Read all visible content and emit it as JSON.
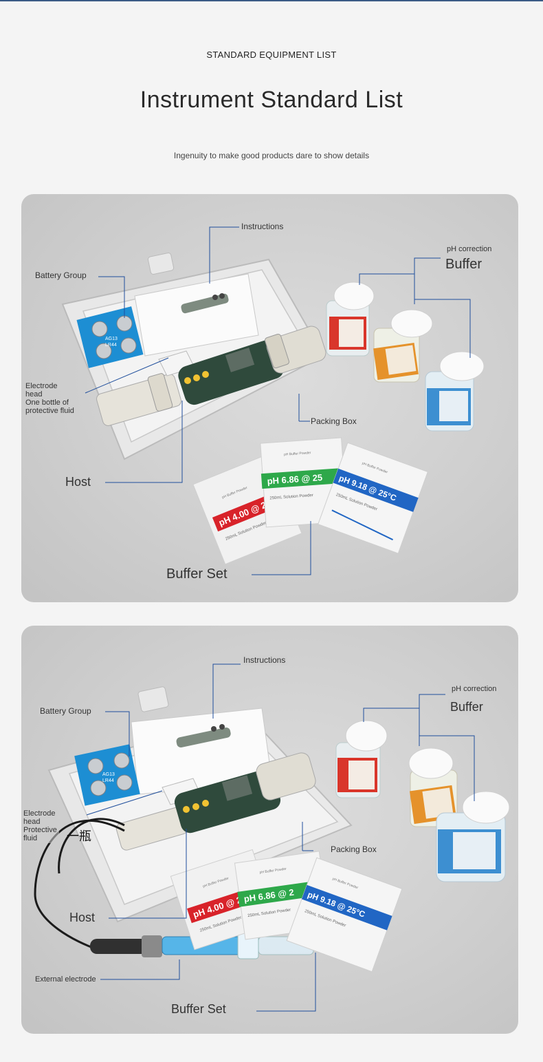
{
  "header": {
    "eyebrow": "STANDARD EQUIPMENT LIST",
    "title": "Instrument Standard List",
    "subtitle": "Ingenuity to make good products dare to show details"
  },
  "panel1": {
    "instructions": "Instructions",
    "battery_group": "Battery Group",
    "ph_correction": "pH correction",
    "buffer": "Buffer",
    "electrode_line1": "Electrode",
    "electrode_line2": "head",
    "electrode_line3": "One bottle of",
    "electrode_line4": "protective fluid",
    "packing_box": "Packing Box",
    "host": "Host",
    "buffer_set": "Buffer Set",
    "sachet_a": "pH 4.00 @ 25",
    "sachet_b": "pH 6.86 @ 25",
    "sachet_c": "pH 9.18 @ 25°C",
    "sachet_sub": "250mL Solution Powder",
    "sachet_top": "pH Buffer Powder",
    "battery_code1": "AG13",
    "battery_code2": "LR44"
  },
  "panel2": {
    "instructions": "Instructions",
    "battery_group": "Battery Group",
    "ph_correction": "pH correction",
    "buffer": "Buffer",
    "electrode_line1": "Electrode",
    "electrode_line2": "head",
    "electrode_line3": "Protective",
    "electrode_line4": "fluid",
    "bottle_mark": "一瓶",
    "packing_box": "Packing Box",
    "host": "Host",
    "external_electrode": "External electrode",
    "buffer_set": "Buffer Set",
    "sachet_a": "pH 4.00 @ 2",
    "sachet_b": "pH 6.86 @ 2",
    "sachet_c": "pH 9.18 @ 25°C",
    "sachet_sub": "250mL Solution Powder",
    "sachet_top": "pH Buffer Powder",
    "battery_code1": "AG13",
    "battery_code2": "LR44"
  },
  "colors": {
    "accent_line": "#1f4e9c",
    "sachet_red": "#d8232a",
    "sachet_green": "#2ea84a",
    "sachet_blue": "#2166c4",
    "bottle_red": "#d9362b",
    "bottle_orange": "#e5922b",
    "bottle_blue": "#3d8fd1"
  }
}
